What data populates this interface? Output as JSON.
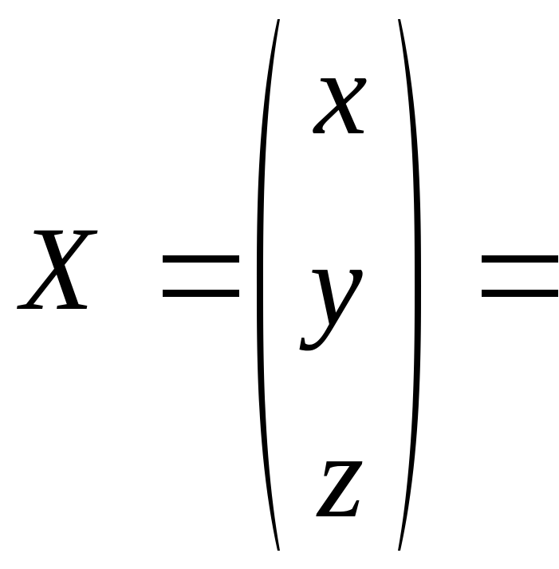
{
  "equation": {
    "lhs_symbol": "X",
    "vector_entries": [
      "x",
      "y",
      "z"
    ],
    "relation": "="
  },
  "style": {
    "text_color": "#000000",
    "background": "#ffffff"
  }
}
